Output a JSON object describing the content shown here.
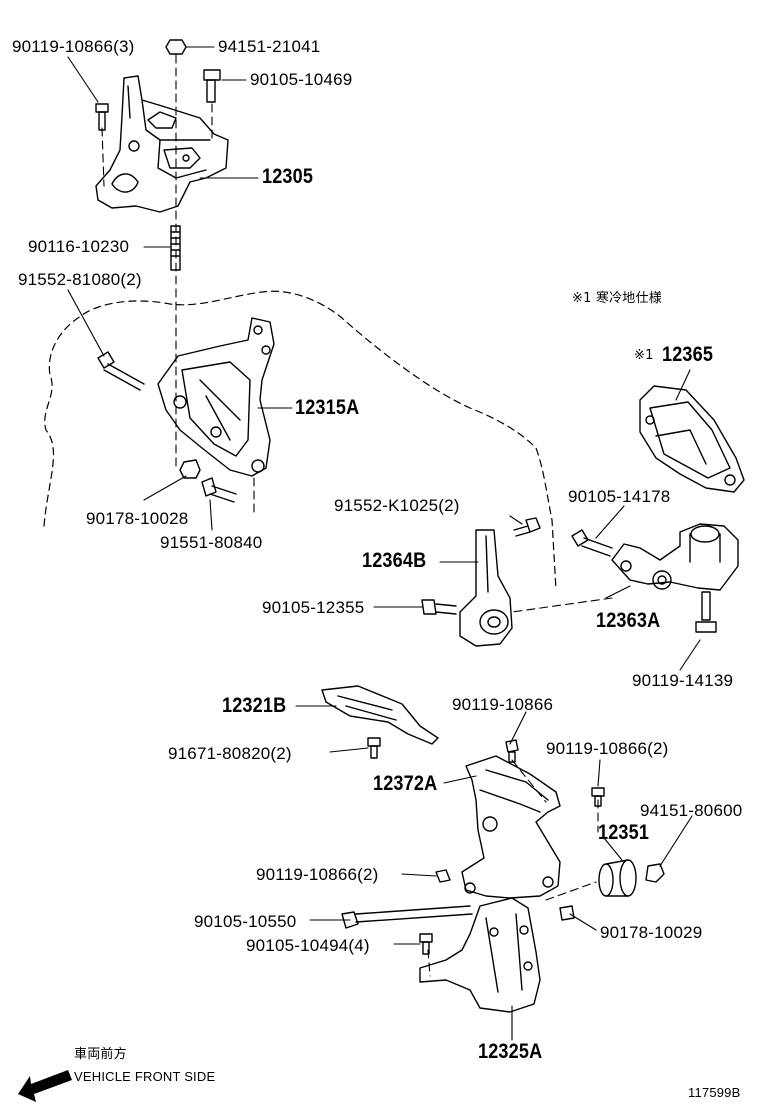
{
  "labels": {
    "p_90119_10866_3": "90119-10866(3)",
    "p_94151_21041": "94151-21041",
    "p_90105_10469": "90105-10469",
    "p_12305": "12305",
    "p_90116_10230": "90116-10230",
    "p_91552_81080_2": "91552-81080(2)",
    "cold_note": "※1 寒冷地仕様",
    "p_12365_mark": "※1",
    "p_12365": "12365",
    "p_12315A": "12315A",
    "p_90178_10028": "90178-10028",
    "p_91551_80840": "91551-80840",
    "p_91552_K1025_2": "91552-K1025(2)",
    "p_90105_14178": "90105-14178",
    "p_12364B": "12364B",
    "p_90105_12355": "90105-12355",
    "p_12363A": "12363A",
    "p_90119_14139": "90119-14139",
    "p_12321B": "12321B",
    "p_90119_10866_a": "90119-10866",
    "p_91671_80820_2": "91671-80820(2)",
    "p_90119_10866_2a": "90119-10866(2)",
    "p_12372A": "12372A",
    "p_94151_80600": "94151-80600",
    "p_12351": "12351",
    "p_90119_10866_2b": "90119-10866(2)",
    "p_90105_10550": "90105-10550",
    "p_90178_10029": "90178-10029",
    "p_90105_10494_4": "90105-10494(4)",
    "p_12325A": "12325A",
    "front_jp": "車両前方",
    "front_en": "VEHICLE FRONT SIDE",
    "figure_no": "117599B"
  }
}
